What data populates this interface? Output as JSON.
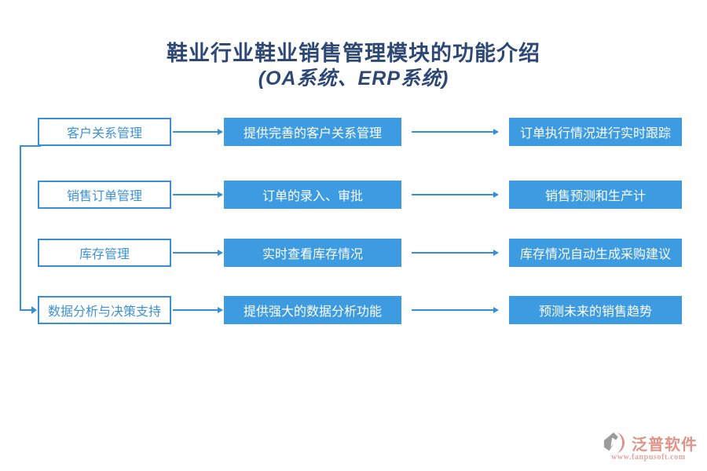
{
  "title": {
    "line1": "鞋业行业鞋业销售管理模块的功能介绍",
    "line2": "(OA系统、ERP系统)"
  },
  "rows": [
    {
      "category": "客户关系管理",
      "feature": "提供完善的客户关系管理",
      "benefit": "订单执行情况进行实时跟踪"
    },
    {
      "category": "销售订单管理",
      "feature": "订单的录入、审批",
      "benefit": "销售预测和生产计"
    },
    {
      "category": "库存管理",
      "feature": "实时查看库存情况",
      "benefit": "库存情况自动生成采购建议"
    },
    {
      "category": "数据分析与决策支持",
      "feature": "提供强大的数据分析功能",
      "benefit": "预测未来的销售趋势"
    }
  ],
  "footer": {
    "brand": "泛普软件",
    "url": "www.fanpusoft.com"
  },
  "icons": {
    "logo": "fanpu-crescent-logo"
  },
  "colors": {
    "box_fill_blue": "#3D9BE2",
    "line_border_blue": "#3690D6",
    "outlined_text_blue": "#3E92D4",
    "title_navy": "#2E4876",
    "brand_salmon": "#DE9488",
    "logo_gray": "#9C9C9C"
  }
}
